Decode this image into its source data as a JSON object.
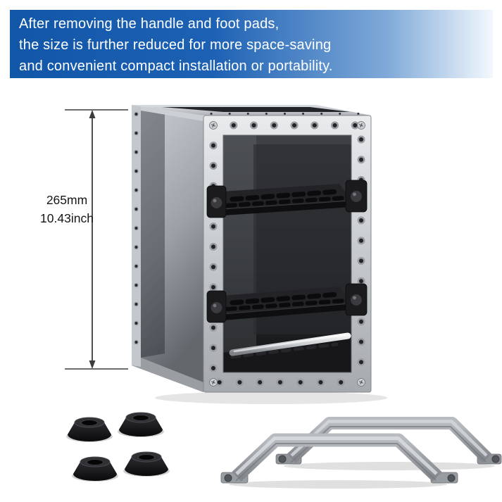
{
  "banner": {
    "lines": [
      "After removing the handle and foot pads,",
      "the size is further reduced for more space-saving",
      "and convenient compact installation or portability."
    ],
    "background_start": "#1256a8",
    "background_end": "#f3f8fd",
    "text_color": "#ffffff"
  },
  "dimension": {
    "millimeters": "265mm",
    "inches": "10.43inch"
  },
  "colors": {
    "frame_silver": "#c0c4c8",
    "shelf_black": "#1c1c1f",
    "handle_gray": "#a6abb0",
    "foot_pad_black": "#1a1a1d",
    "dimension_line": "#3c3c3c"
  }
}
